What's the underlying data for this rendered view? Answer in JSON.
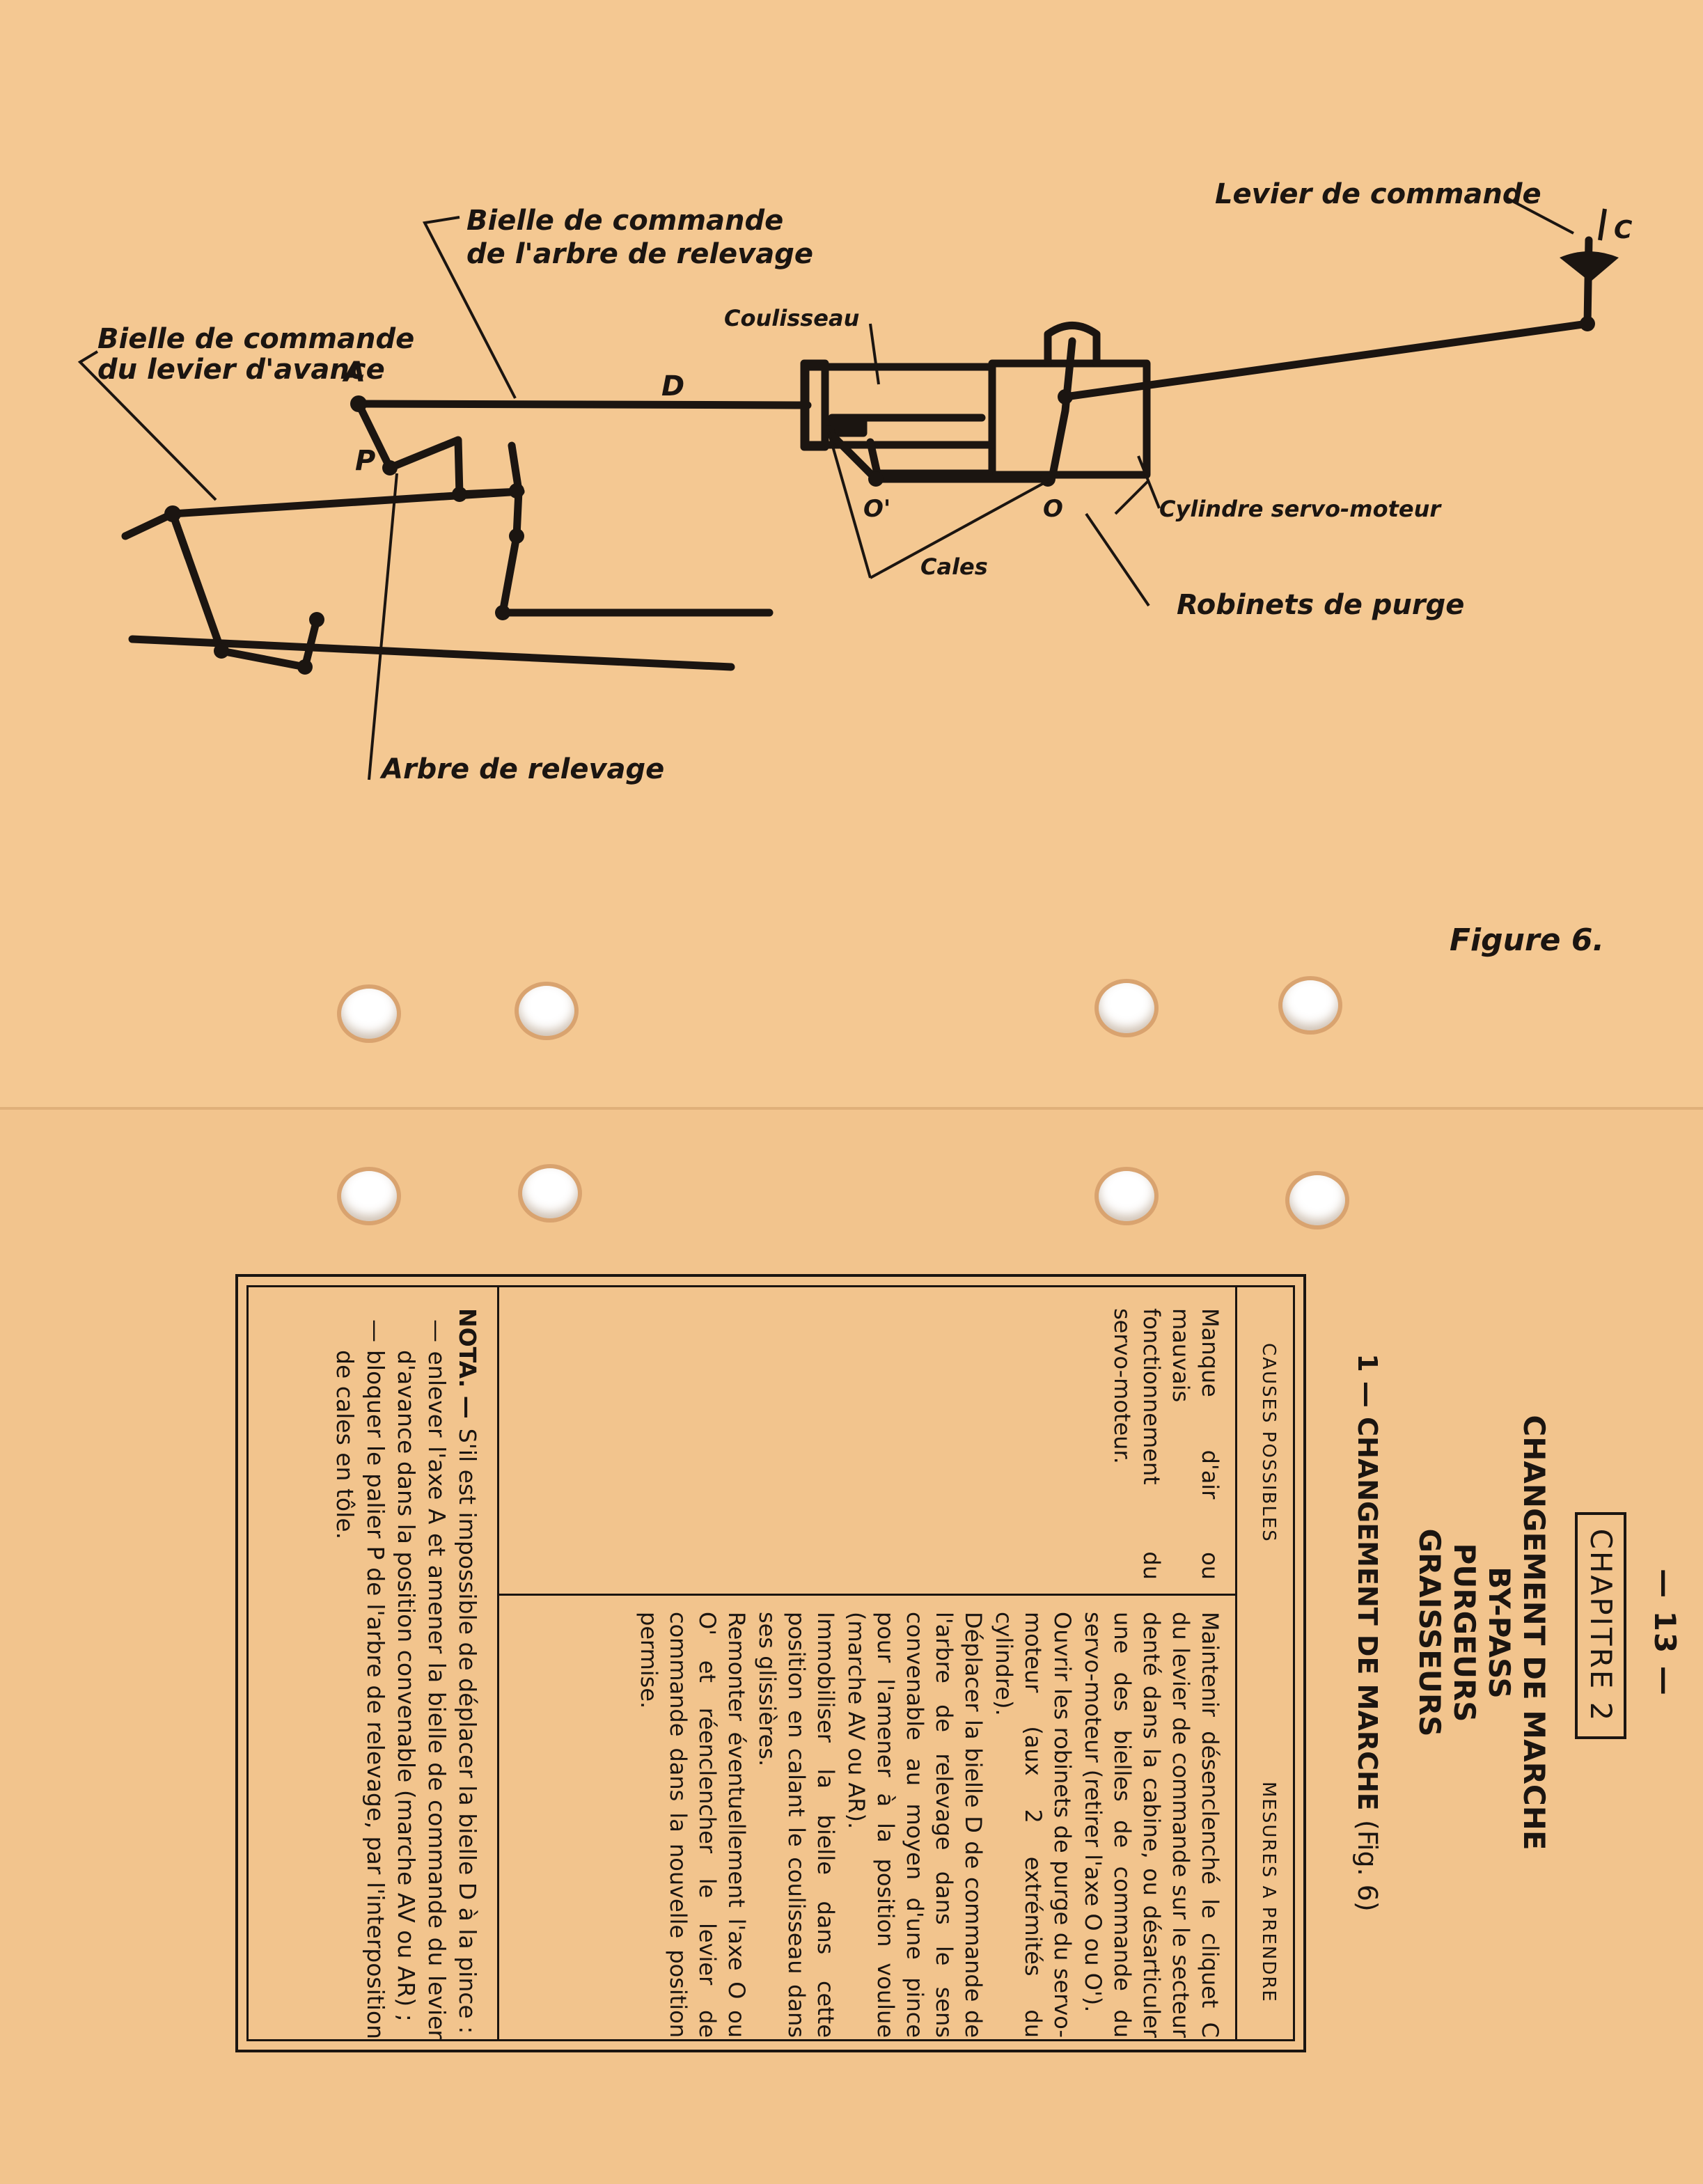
{
  "figure": {
    "labels": {
      "bielle_arbre": [
        "Bielle de commande",
        "de l'arbre de relevage"
      ],
      "bielle_levier": [
        "Bielle de commande",
        "du levier d'avance"
      ],
      "a": "A",
      "d": "D",
      "p": "P",
      "coulisseau": "Coulisseau",
      "levier": "Levier de commande",
      "c": "C",
      "o_prime": "O'",
      "o": "O",
      "cylindre": "Cylindre servo-moteur",
      "cales": "Cales",
      "robinets": "Robinets de purge",
      "arbre": "Arbre de relevage"
    },
    "caption": "Figure 6."
  },
  "page_number": "— 13 —",
  "chapter": "CHAPITRE 2",
  "titles": [
    "CHANGEMENT DE MARCHE",
    "BY-PASS",
    "PURGEURS",
    "GRAISSEURS"
  ],
  "section": {
    "heading": "1 — CHANGEMENT DE MARCHE",
    "ref": "(Fig. 6)"
  },
  "table": {
    "causes_header": "CAUSES POSSIBLES",
    "measures_header": "MESURES A PRENDRE",
    "cause": "Manque d'air ou mauvais fonctionnement du servo-moteur.",
    "measures": [
      "Maintenir désenclenché le cliquet C du levier de commande sur le secteur denté dans la cabine, ou désarticuler une des bielles de commande du servo-moteur (retirer l'axe O ou O').",
      "Ouvrir les robinets de purge du servo-moteur (aux 2 extrémités du cylindre).",
      "Déplacer la bielle D de commande de l'arbre de relevage dans le sens convenable au moyen d'une pince pour l'amener à la position voulue (marche AV ou AR).",
      "Immobiliser la bielle dans cette position en calant le coulisseau dans ses glissières.",
      "Remonter éventuellement l'axe O ou O' et réenclencher le levier de commande dans la nouvelle position permise."
    ]
  },
  "nota": {
    "label": "NOTA. —",
    "intro": "S'il est impossible de déplacer la bielle D à la pince :",
    "items": [
      "— enlever l'axe A et amener la bielle de commande du levier d'avance dans la position convenable (marche AV ou AR) ;",
      "— bloquer le palier P de l'arbre de relevage, par l'interposition de cales en tôle."
    ]
  }
}
